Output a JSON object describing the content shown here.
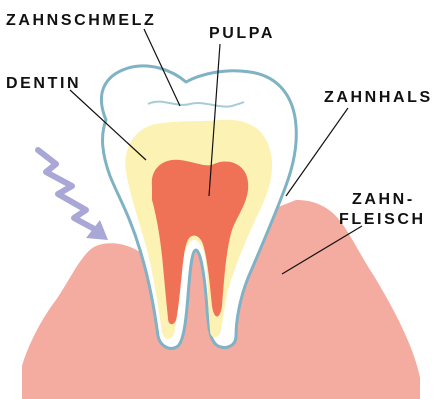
{
  "labels": {
    "zahnschmelz": "ZAHNSCHMELZ",
    "pulpa": "PULPA",
    "dentin": "DENTIN",
    "zahnhals": "ZAHNHALS",
    "zahnfleisch_line1": "ZAHN-",
    "zahnfleisch_line2": "FLEISCH"
  },
  "icons": {
    "pain": "zigzag-lightning-arrow"
  },
  "colors": {
    "gum": "#f4aba0",
    "enamel_fill": "#ffffff",
    "enamel_outline": "#7fb2c4",
    "dentin": "#fbf2b4",
    "pulp": "#ef7256",
    "pain_arrow": "#a9a7d6",
    "leader_line": "#111111"
  }
}
